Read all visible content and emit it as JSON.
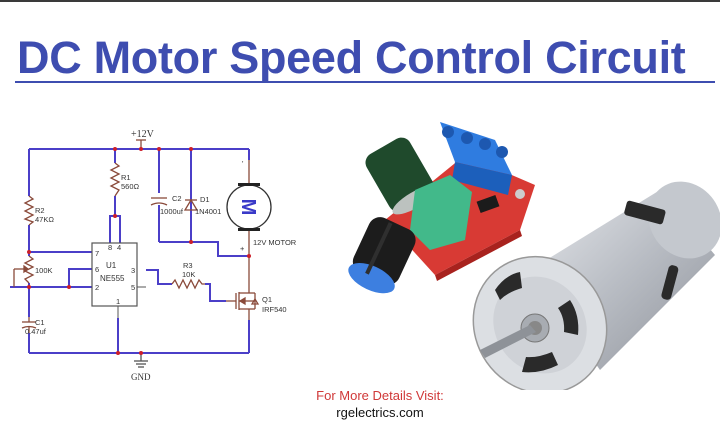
{
  "title": "DC Motor Speed Control Circuit",
  "footer": {
    "visit_label": "For More Details Visit:",
    "website": "rgelectrics.com"
  },
  "colors": {
    "title": "#3e4db0",
    "wire": "#4b3fc8",
    "junction": "#cc1f2a",
    "component": "#8a4a3a",
    "visit_text": "#d03838"
  },
  "schematic": {
    "supply_label": "+12V",
    "ground_label": "GND",
    "components": {
      "r1": {
        "ref": "R1",
        "value": "560Ω"
      },
      "r2": {
        "ref": "R2",
        "value": "47KΩ"
      },
      "pot": {
        "value": "100K"
      },
      "c1": {
        "ref": "C1",
        "value": "0.47uf"
      },
      "c2": {
        "ref": "C2",
        "value": "1000uf"
      },
      "d1": {
        "ref": "D1",
        "value": "1N4001"
      },
      "u1": {
        "ref": "U1",
        "value": "NE555",
        "pins": {
          "p1": "1",
          "p2": "2",
          "p3": "3",
          "p4": "4",
          "p5": "5",
          "p6": "6",
          "p7": "7",
          "p8": "8"
        }
      },
      "r3": {
        "ref": "R3",
        "value": "10K"
      },
      "q1": {
        "ref": "Q1",
        "value": "IRF540"
      },
      "motor": {
        "symbol": "M",
        "label": "12V MOTOR",
        "plus": "+",
        "minus": "'"
      }
    }
  },
  "photos": {
    "pwm_module": "PWM speed controller module with blue knob",
    "dc_motor": "775 DC motor"
  }
}
